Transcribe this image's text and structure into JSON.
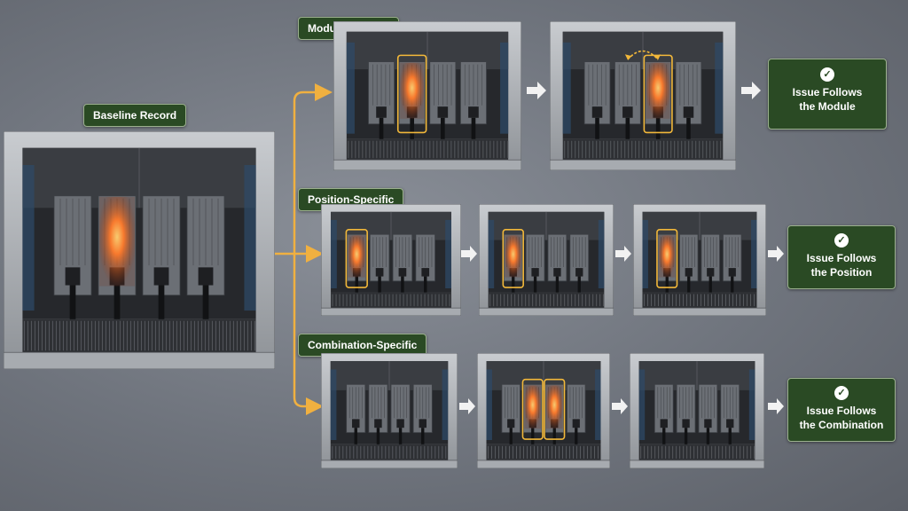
{
  "diagram": {
    "baseline_label": "Baseline Record",
    "branches": [
      {
        "label": "Module-Specific",
        "result_line1": "Issue Follows",
        "result_line2": "the Module",
        "icon": "check-circle-icon",
        "steps": [
          {
            "hot_slots": [
              1
            ],
            "highlight": [
              1
            ]
          },
          {
            "hot_slots": [
              2
            ],
            "highlight": [
              2
            ],
            "swap_arrow": true
          }
        ]
      },
      {
        "label": "Position-Specific",
        "result_line1": "Issue Follows",
        "result_line2": "the Position",
        "icon": "check-circle-icon",
        "steps": [
          {
            "hot_slots": [
              0
            ],
            "highlight": [
              0
            ]
          },
          {
            "hot_slots": [
              0
            ],
            "highlight": [
              0
            ]
          },
          {
            "hot_slots": [
              0
            ],
            "highlight": [
              0
            ]
          }
        ]
      },
      {
        "label": "Combination-Specific",
        "result_line1": "Issue Follows",
        "result_line2": "the Combination",
        "icon": "check-circle-icon",
        "steps": [
          {
            "hot_slots": [],
            "highlight": []
          },
          {
            "hot_slots": [
              1,
              2
            ],
            "highlight": [
              1,
              2
            ]
          },
          {
            "hot_slots": [],
            "highlight": []
          }
        ]
      }
    ],
    "colors": {
      "connector": "#f0b040",
      "highlight": "#f2b83a",
      "glow": "#ff7a2a",
      "label_bg": "#2a4a24",
      "arrow": "#f2f2f2"
    }
  }
}
